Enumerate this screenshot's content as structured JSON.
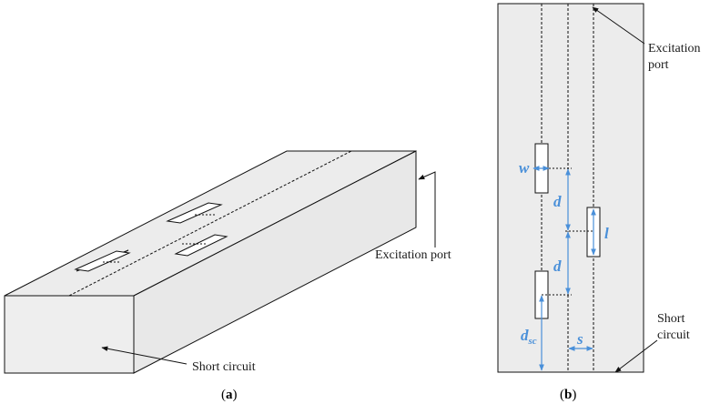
{
  "colors": {
    "box_fill": "#ececec",
    "box_front": "#eeeeee",
    "stroke": "#111111",
    "dimension": "#4a90d9"
  },
  "panel_a": {
    "caption_letter": "a",
    "label_excitation": "Excitation port",
    "label_short": "Short circuit"
  },
  "panel_b": {
    "caption_letter": "b",
    "label_excitation_1": "Excitation",
    "label_excitation_2": "port",
    "label_short_1": "Short",
    "label_short_2": "circuit",
    "dim_w": "w",
    "dim_d1": "d",
    "dim_d2": "d",
    "dim_l": "l",
    "dim_dsc_main": "d",
    "dim_dsc_sub": "sc",
    "dim_s": "s"
  }
}
